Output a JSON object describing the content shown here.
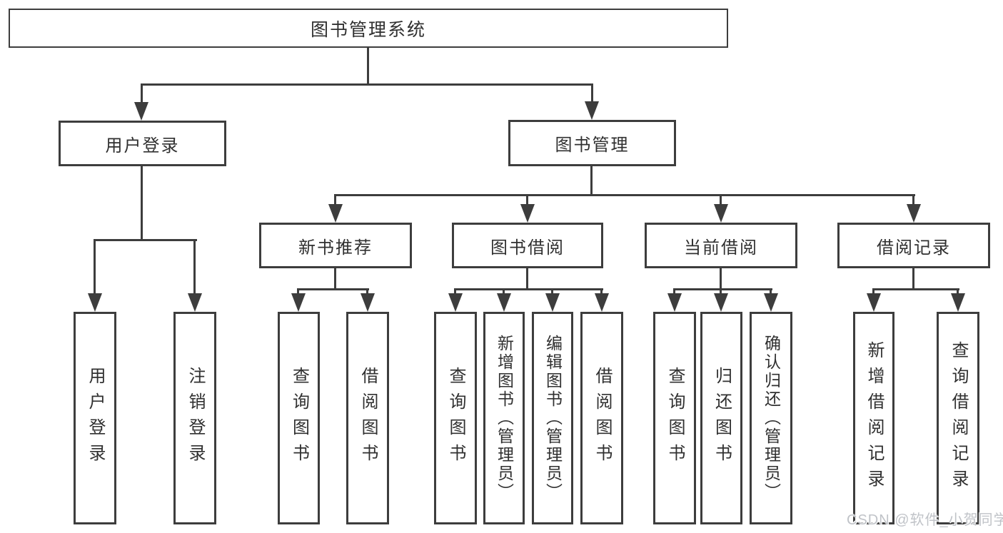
{
  "diagram": {
    "title": "图书管理系统",
    "watermark": "CSDN @软件_小贺同学",
    "colors": {
      "line": "#3d3d3d",
      "box_border": "#3d3d3d",
      "background": "#ffffff",
      "text": "#303030",
      "watermark": "#c0c3c8"
    },
    "root": {
      "label": "图书管理系统"
    },
    "branches": [
      {
        "label": "用户登录",
        "children": [
          {
            "label": "用户登录"
          },
          {
            "label": "注销登录"
          }
        ]
      },
      {
        "label": "图书管理",
        "children": [
          {
            "label": "新书推荐",
            "children": [
              {
                "label": "查询图书"
              },
              {
                "label": "借阅图书"
              }
            ]
          },
          {
            "label": "图书借阅",
            "children": [
              {
                "label": "查询图书"
              },
              {
                "label": "新增图书（管理员）"
              },
              {
                "label": "编辑图书（管理员）"
              },
              {
                "label": "借阅图书"
              }
            ]
          },
          {
            "label": "当前借阅",
            "children": [
              {
                "label": "查询图书"
              },
              {
                "label": "归还图书"
              },
              {
                "label": "确认归还（管理员）"
              }
            ]
          },
          {
            "label": "借阅记录",
            "children": [
              {
                "label": "新增借阅记录"
              },
              {
                "label": "查询借阅记录"
              }
            ]
          }
        ]
      }
    ]
  }
}
